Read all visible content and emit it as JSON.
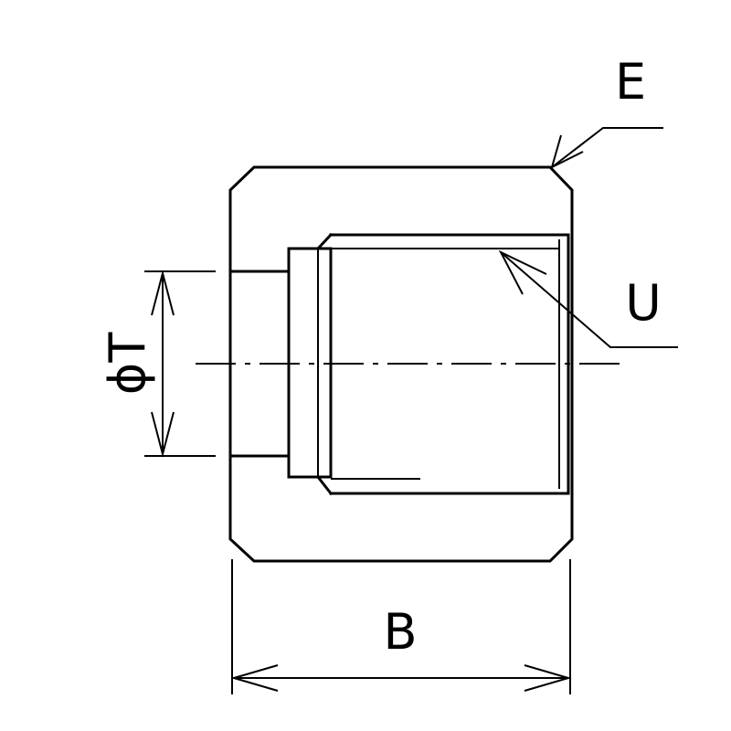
{
  "labels": {
    "e": "E",
    "u": "U",
    "b": "B",
    "t": "ϕT"
  },
  "colors": {
    "ink": "#000000",
    "paper": "#ffffff"
  }
}
